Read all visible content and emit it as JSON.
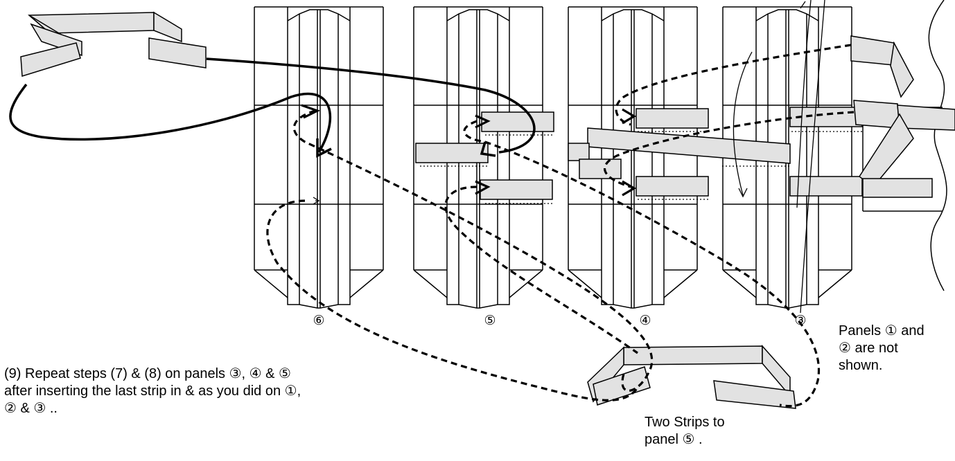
{
  "panel_labels": {
    "p6": "⑥",
    "p5": "⑤",
    "p4": "④",
    "p3": "③"
  },
  "notes": {
    "step_text": "(9) Repeat steps (7) & (8) on panels ③, ④ & ⑤\nafter inserting the last strip in  &  as you did on ①,\n② & ③ ..",
    "panels_note": "Panels ① and\n② are not\nshown.",
    "strips_label": "Two Strips to\npanel ⑤ ."
  },
  "colors": {
    "strip_fill": "#e2e2e2",
    "line": "#000000"
  }
}
